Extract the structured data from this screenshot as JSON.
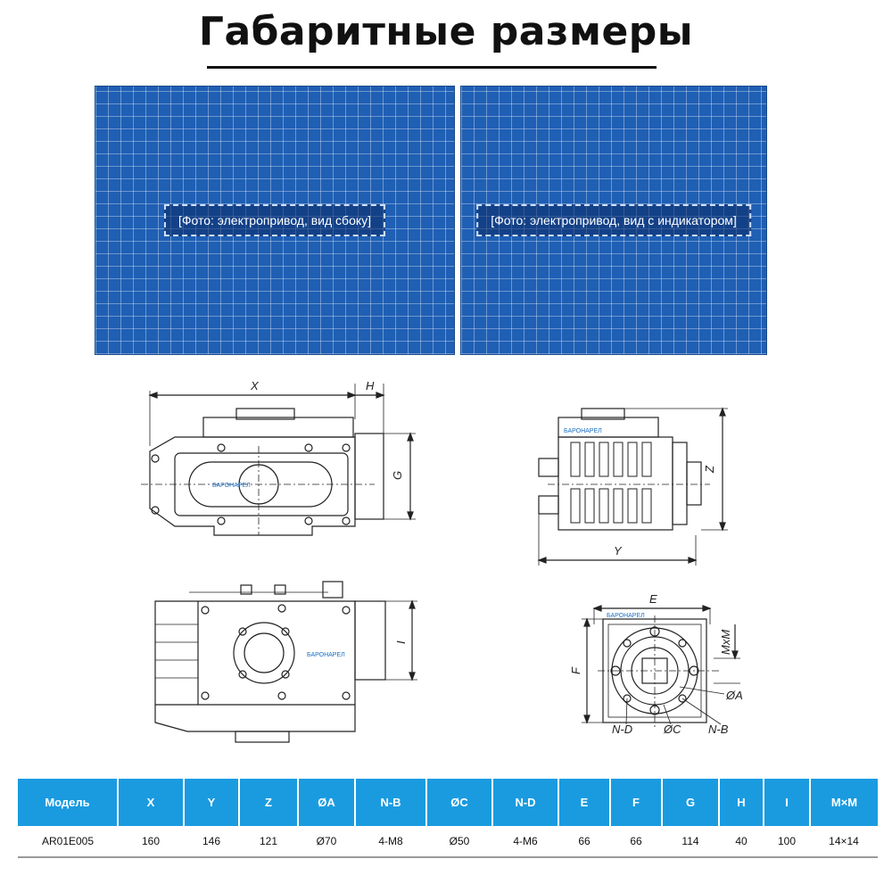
{
  "header": {
    "title": "Габаритные размеры"
  },
  "photos": {
    "left_placeholder": "[Фото: электропривод, вид сбоку]",
    "right_placeholder": "[Фото: электропривод, вид с индикатором]"
  },
  "drawing_labels": {
    "x": "X",
    "h": "H",
    "g": "G",
    "z": "Z",
    "y": "Y",
    "i": "I",
    "e": "E",
    "f": "F",
    "mxm": "MxM",
    "oa": "ØA",
    "oc": "ØC",
    "nd": "N-D",
    "nb": "N-B",
    "brand": "БАРОНАРЕЛ"
  },
  "spec_table": {
    "headers": [
      "Модель",
      "X",
      "Y",
      "Z",
      "ØA",
      "N-B",
      "ØC",
      "N-D",
      "E",
      "F",
      "G",
      "H",
      "I",
      "M×M"
    ],
    "rows": [
      [
        "AR01E005",
        "160",
        "146",
        "121",
        "Ø70",
        "4-M8",
        "Ø50",
        "4-M6",
        "66",
        "66",
        "114",
        "40",
        "100",
        "14×14"
      ]
    ]
  },
  "colors": {
    "header_bg": "#1a9be0",
    "photo_bg": "#1f5fb4",
    "rule": "#111111"
  }
}
